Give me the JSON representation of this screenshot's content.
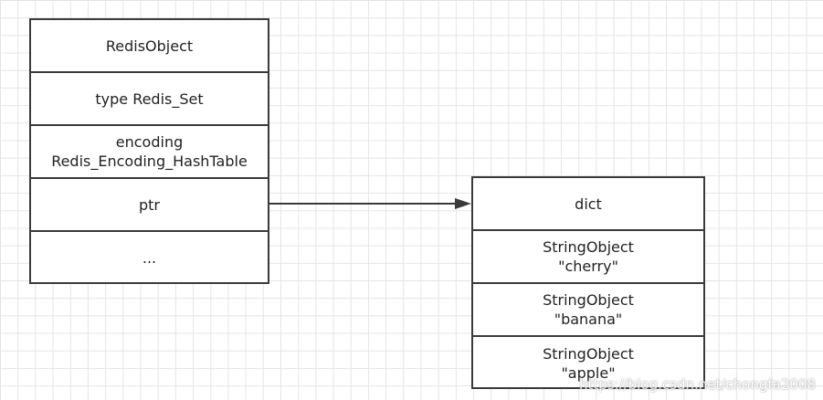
{
  "redis_object": {
    "cells": [
      {
        "lines": [
          "RedisObject"
        ]
      },
      {
        "lines": [
          "type Redis_Set"
        ]
      },
      {
        "lines": [
          "encoding",
          "Redis_Encoding_HashTable"
        ]
      },
      {
        "lines": [
          "ptr"
        ]
      },
      {
        "lines": [
          "..."
        ]
      }
    ]
  },
  "dict": {
    "cells": [
      {
        "lines": [
          "dict"
        ]
      },
      {
        "lines": [
          "StringObject",
          "\"cherry\""
        ]
      },
      {
        "lines": [
          "StringObject",
          "\"banana\""
        ]
      },
      {
        "lines": [
          "StringObject",
          "\"apple\""
        ]
      }
    ]
  },
  "watermark": "https://blog.csdn.net/chongfa2008",
  "colors": {
    "stroke": "#3a3a3a",
    "grid": "#e4e4e4"
  }
}
